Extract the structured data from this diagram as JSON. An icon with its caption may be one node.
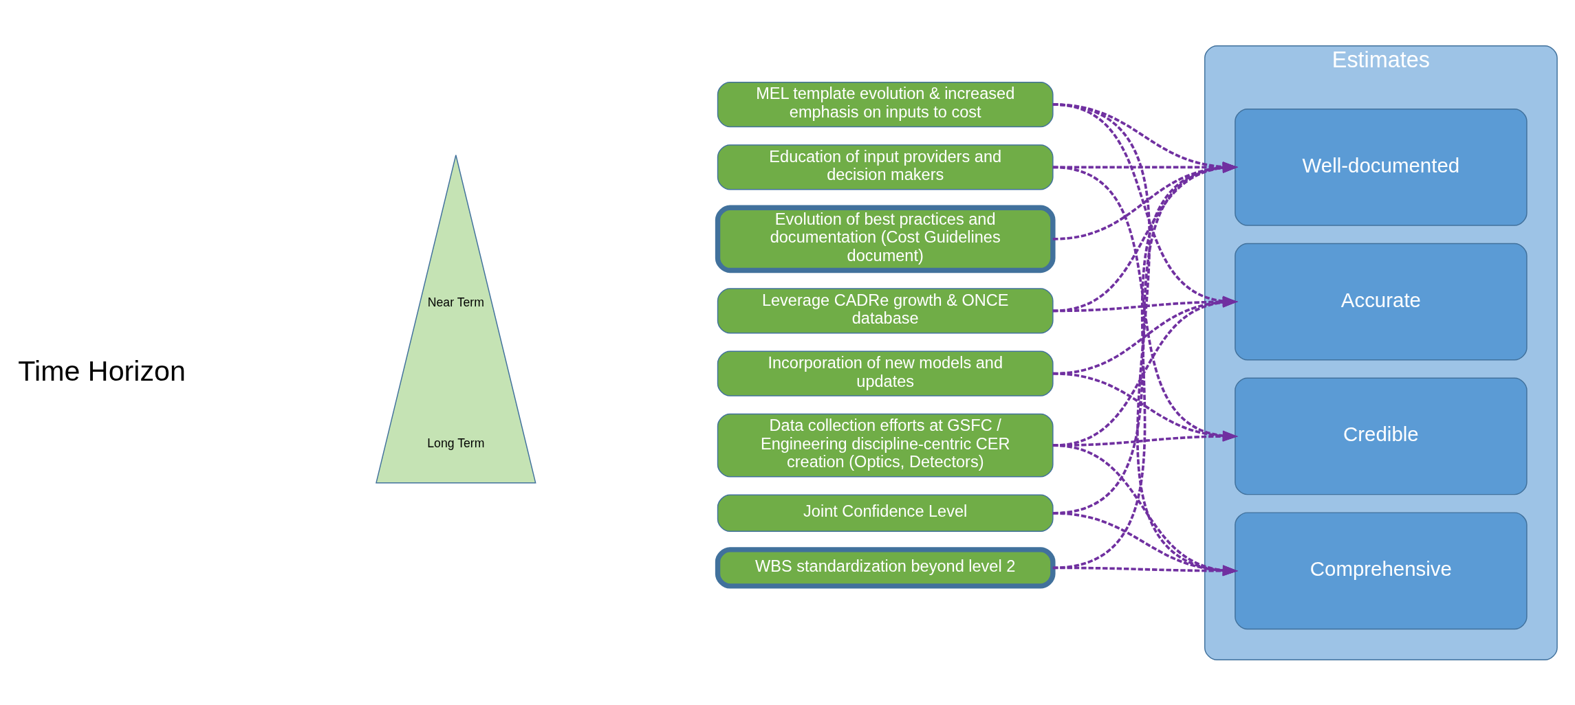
{
  "diagram": {
    "nodes": [
      {
        "text": [
          "Near Term",
          "Long Term"
        ]
      },
      {
        "text": [
          "MEL template evolution & increased emphasis on inputs to cost"
        ]
      },
      {
        "text": [
          "Education of input providers and decision makers"
        ]
      },
      {
        "text": [
          "Evolution of best practices and documentation (Cost Guidelines document)"
        ]
      },
      {
        "text": [
          "Leverage CADRe growth & ONCE database"
        ]
      },
      {
        "text": [
          "Incorporation of new models and updates"
        ]
      },
      {
        "text": [
          "Data collection efforts at GSFC / Engineering discipline-centric CER creation (Optics, Detectors)"
        ]
      },
      {
        "text": [
          "Joint Confidence Level"
        ]
      },
      {
        "text": [
          "WBS standardization beyond level 2"
        ]
      },
      {
        "text": [
          "Estimates"
        ]
      },
      {
        "text": [
          "Well-documented"
        ],
        "in": 9
      },
      {
        "text": [
          "Comprehensive"
        ],
        "in": 9
      },
      {
        "text": [
          "Accurate"
        ],
        "in": 9
      },
      {
        "text": [
          "Credible"
        ],
        "in": 9
      }
    ],
    "labels": [
      "Time Horizon"
    ],
    "edges": [
      {
        "from": 1,
        "to": 10,
        "arrow": "to",
        "style": "dashed"
      },
      {
        "from": 1,
        "to": 11,
        "arrow": "to",
        "style": "dashed"
      },
      {
        "from": 1,
        "to": 12,
        "arrow": "to",
        "style": "dashed"
      },
      {
        "from": 2,
        "to": 10,
        "arrow": "to",
        "style": "dashed"
      },
      {
        "from": 2,
        "to": 13,
        "arrow": "to",
        "style": "dashed"
      },
      {
        "from": 3,
        "to": 10,
        "arrow": "to",
        "style": "dashed"
      },
      {
        "from": 4,
        "to": 10,
        "arrow": "to",
        "style": "dashed"
      },
      {
        "from": 4,
        "to": 12,
        "arrow": "to",
        "style": "dashed"
      },
      {
        "from": 5,
        "to": 12,
        "arrow": "to",
        "style": "dashed"
      },
      {
        "from": 5,
        "to": 13,
        "arrow": "to",
        "style": "dashed"
      },
      {
        "from": 6,
        "to": 11,
        "arrow": "to",
        "style": "dashed"
      },
      {
        "from": 6,
        "to": 12,
        "arrow": "to",
        "style": "dashed"
      },
      {
        "from": 6,
        "to": 13,
        "arrow": "to",
        "style": "dashed"
      },
      {
        "from": 7,
        "to": 10,
        "arrow": "to",
        "style": "dashed"
      },
      {
        "from": 7,
        "to": 11,
        "arrow": "to",
        "style": "dashed"
      },
      {
        "from": 8,
        "to": 10,
        "arrow": "to",
        "style": "dashed"
      },
      {
        "from": 8,
        "to": 11,
        "arrow": "to",
        "style": "dashed"
      }
    ]
  }
}
